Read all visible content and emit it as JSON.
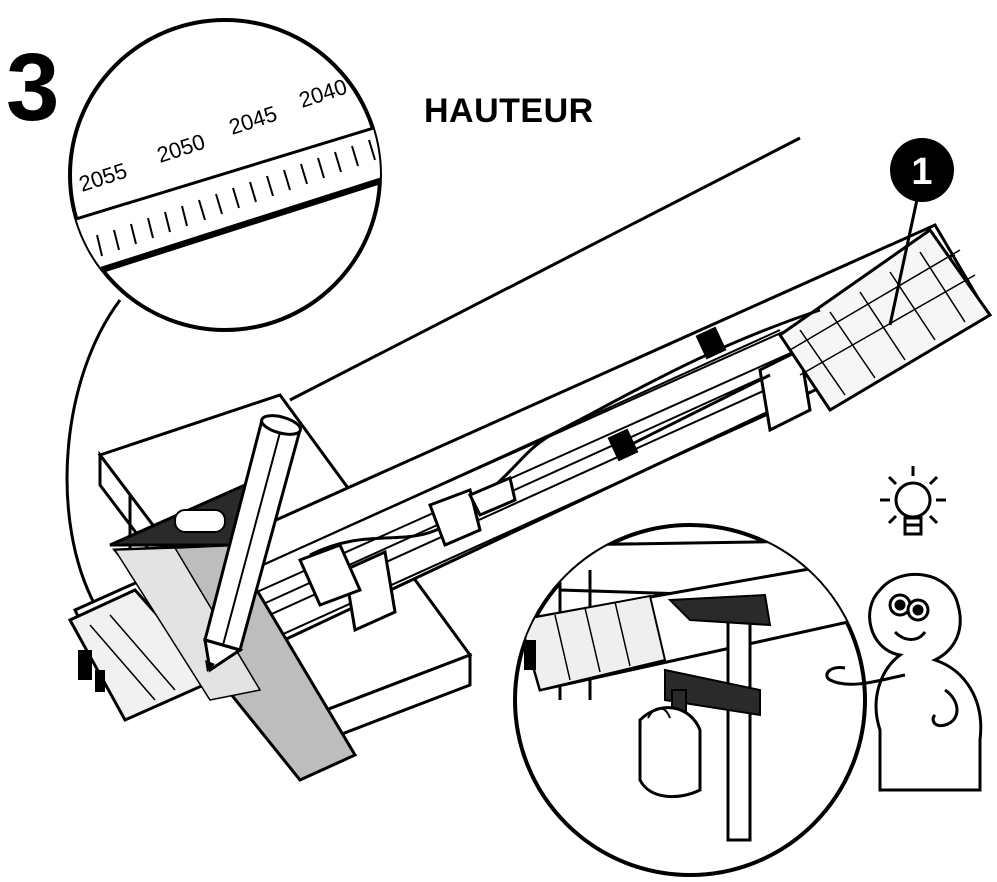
{
  "step": {
    "number": "3"
  },
  "heading": {
    "text": "HAUTEUR"
  },
  "callout": {
    "number": "1"
  },
  "ruler": {
    "scale_labels": [
      "2055",
      "2050",
      "2045",
      "2040"
    ]
  },
  "colors": {
    "ink": "#000000",
    "paper": "#ffffff",
    "dark_fill": "#2a2a2a",
    "mid_fill": "#bdbdbd",
    "light_fill": "#e3e3e3"
  },
  "icons": [
    "lightbulb-icon",
    "pencil-icon",
    "clamp-icon"
  ]
}
